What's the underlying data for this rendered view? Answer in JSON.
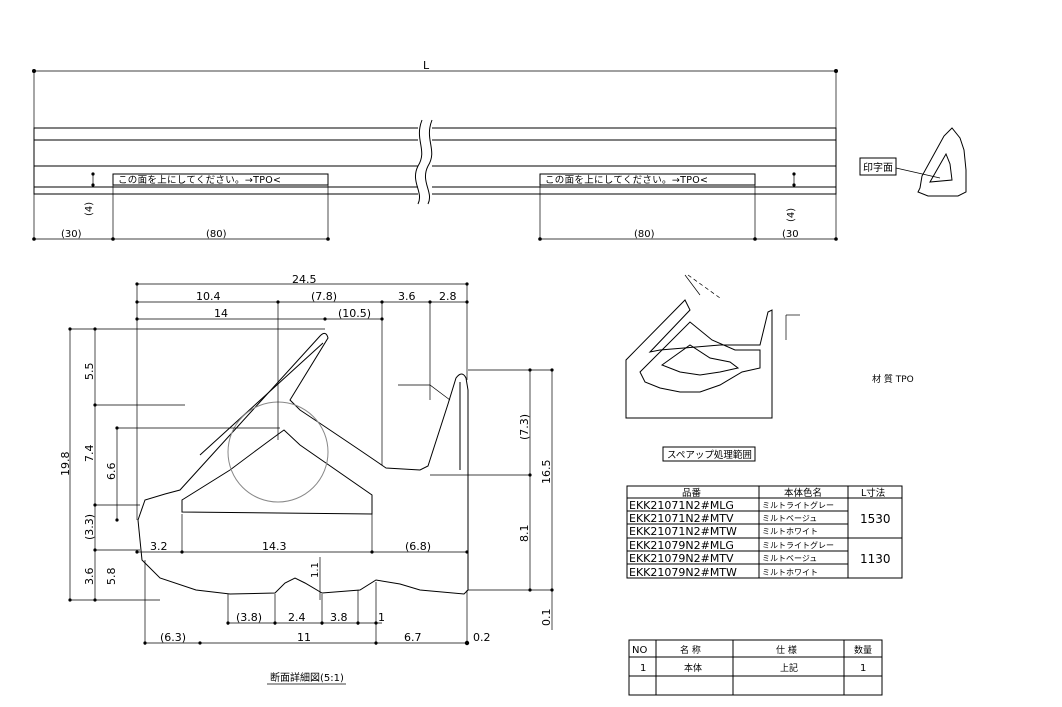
{
  "top_view": {
    "length_label": "L",
    "marking_text": "この面を上にしてください。→TPO<",
    "dim_left_30": "(30)",
    "dim_left_80": "(80)",
    "dim_right_80": "(80)",
    "dim_right_30": "(30",
    "dim_left_4": "(4)",
    "dim_right_4": "(4)",
    "print_face_label": "印字面"
  },
  "section": {
    "caption": "断面詳細図(5:1)",
    "dims": {
      "d24_5": "24.5",
      "d10_4": "10.4",
      "d7_8": "(7.8)",
      "d3_6a": "3.6",
      "d2_8": "2.8",
      "d14": "14",
      "d10_5": "(10.5)",
      "d5_5": "5.5",
      "d19_8": "19.8",
      "d7_4": "7.4",
      "d6_6": "6.6",
      "d3_3": "(3.3)",
      "d3_6b": "3.6",
      "d5_8": "5.8",
      "d7_3": "(7.3)",
      "d16_5": "16.5",
      "d8_1": "8.1",
      "d0_1": "0.1",
      "d3_2": "3.2",
      "d14_3": "14.3",
      "d6_8": "(6.8)",
      "d1_1": "1.1",
      "d3_8a": "(3.8)",
      "d2_4": "2.4",
      "d3_8b": "3.8",
      "d1": "1",
      "d6_3": "(6.3)",
      "d11": "11",
      "d6_7": "6.7",
      "d0_2": "0.2"
    }
  },
  "spray_caption": "スペアップ処理範囲",
  "material_note": "材 質 TPO",
  "variants_table": {
    "headers": [
      "品番",
      "本体色名",
      "L寸法"
    ],
    "rows": [
      {
        "part": "EKK21071N2#MLG",
        "color": "ミルトライトグレー"
      },
      {
        "part": "EKK21071N2#MTV",
        "color": "ミルトベージュ"
      },
      {
        "part": "EKK21071N2#MTW",
        "color": "ミルトホワイト"
      },
      {
        "part": "EKK21079N2#MLG",
        "color": "ミルトライトグレー"
      },
      {
        "part": "EKK21079N2#MTV",
        "color": "ミルトベージュ"
      },
      {
        "part": "EKK21079N2#MTW",
        "color": "ミルトホワイト"
      }
    ],
    "lengths": [
      "1530",
      "1130"
    ]
  },
  "parts_table": {
    "headers": [
      "NO",
      "名 称",
      "仕 様",
      "数量"
    ],
    "row": {
      "no": "1",
      "name": "本体",
      "spec": "上記",
      "qty": "1"
    }
  }
}
